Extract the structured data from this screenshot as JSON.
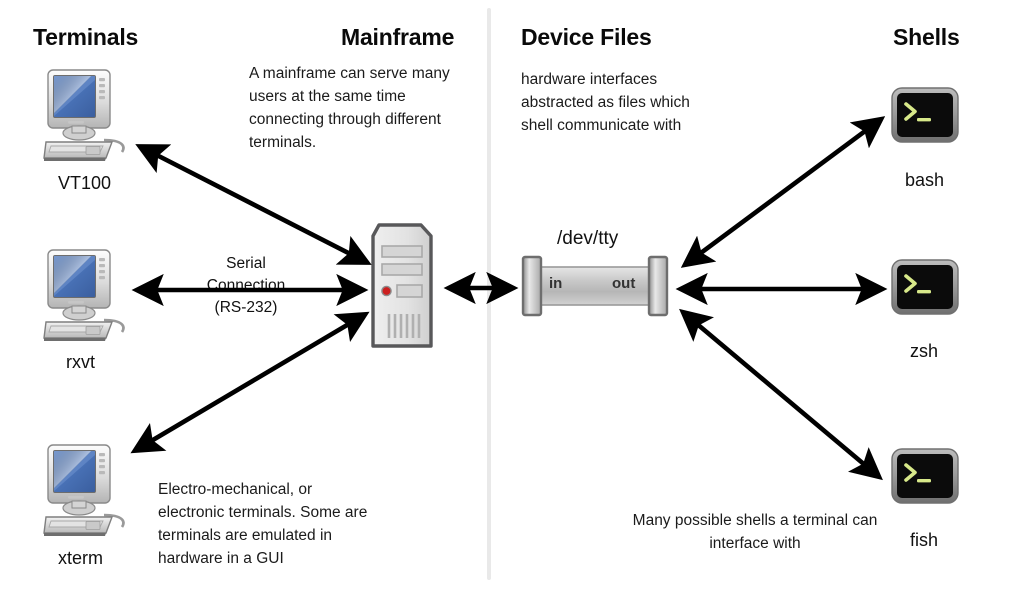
{
  "diagram": {
    "title": "Terminals, Mainframe, Device Files and Shells",
    "columns": {
      "terminals": {
        "heading": "Terminals"
      },
      "mainframe": {
        "heading": "Mainframe"
      },
      "device_files": {
        "heading": "Device Files"
      },
      "shells": {
        "heading": "Shells"
      }
    },
    "notes": {
      "mainframe": "A mainframe can serve many users at the same time connecting through different terminals.",
      "device_files": "hardware interfaces abstracted as files which shell communicate with",
      "terminals": "Electro-mechanical, or electronic terminals. Some are terminals are emulated in hardware in a GUI",
      "shells": "Many possible shells a terminal can interface with"
    },
    "terminal_nodes": [
      {
        "id": "vt100",
        "label": "VT100",
        "icon": "computer-terminal-icon"
      },
      {
        "id": "rxvt",
        "label": "rxvt",
        "icon": "computer-terminal-icon"
      },
      {
        "id": "xterm",
        "label": "xterm",
        "icon": "computer-terminal-icon"
      }
    ],
    "shell_nodes": [
      {
        "id": "bash",
        "label": "bash",
        "icon": "terminal-prompt-icon"
      },
      {
        "id": "zsh",
        "label": "zsh",
        "icon": "terminal-prompt-icon"
      },
      {
        "id": "fish",
        "label": "fish",
        "icon": "terminal-prompt-icon"
      }
    ],
    "mainframe_node": {
      "label": "",
      "icon": "server-tower-icon"
    },
    "device_node": {
      "label": "/dev/tty",
      "icon": "pipe-device-icon",
      "port_in": "in",
      "port_out": "out"
    },
    "connection_label": "Serial\nConnection\n(RS-232)",
    "prompt_glyph": "❯",
    "cursor_glyph": "_",
    "colors": {
      "background": "#ffffff",
      "text": "#111111",
      "divider": "#e9e9e9",
      "arrow": "#000000",
      "screen_blue": "#4a73b8",
      "prompt_green": "#d8e98a",
      "terminal_black": "#0b0b0b",
      "led_red": "#cc2020",
      "metal_light": "#f0f0f0",
      "metal_dark": "#8c8c8c"
    }
  }
}
